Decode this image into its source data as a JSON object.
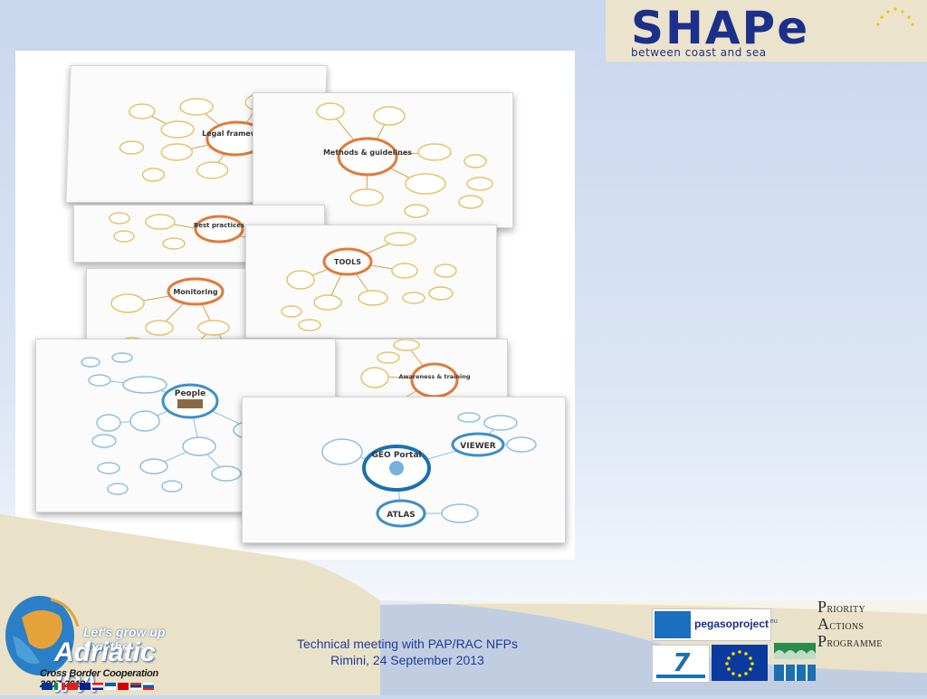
{
  "header": {
    "logo_word": "SHAPe",
    "logo_tagline": "between coast and sea"
  },
  "mindmap": {
    "hubs": [
      "Legal framework",
      "Methods & guidelines",
      "Best practices",
      "TOOLS",
      "Monitoring",
      "Awareness & training",
      "People",
      "GEO Portal",
      "VIEWER",
      "ATLAS"
    ]
  },
  "footer": {
    "line1": "Technical meeting with PAP/RAC NFPs",
    "line2": "Rimini, 24 September 2013"
  },
  "adriatic": {
    "slogan": "Let's grow up together",
    "name": "Adriatic IPA",
    "subtitle": "Cross Border Cooperation 2007-2013"
  },
  "partners": {
    "pegaso": "pegasoproject",
    "pegaso_suffix": ".eu",
    "pap_line1": "Priority",
    "pap_line2": "Actions",
    "pap_line3": "Programme"
  },
  "colors": {
    "brand_blue": "#1c2f8a",
    "hub_orange": "#e07a3a",
    "hub_blue": "#3d8fc8"
  }
}
